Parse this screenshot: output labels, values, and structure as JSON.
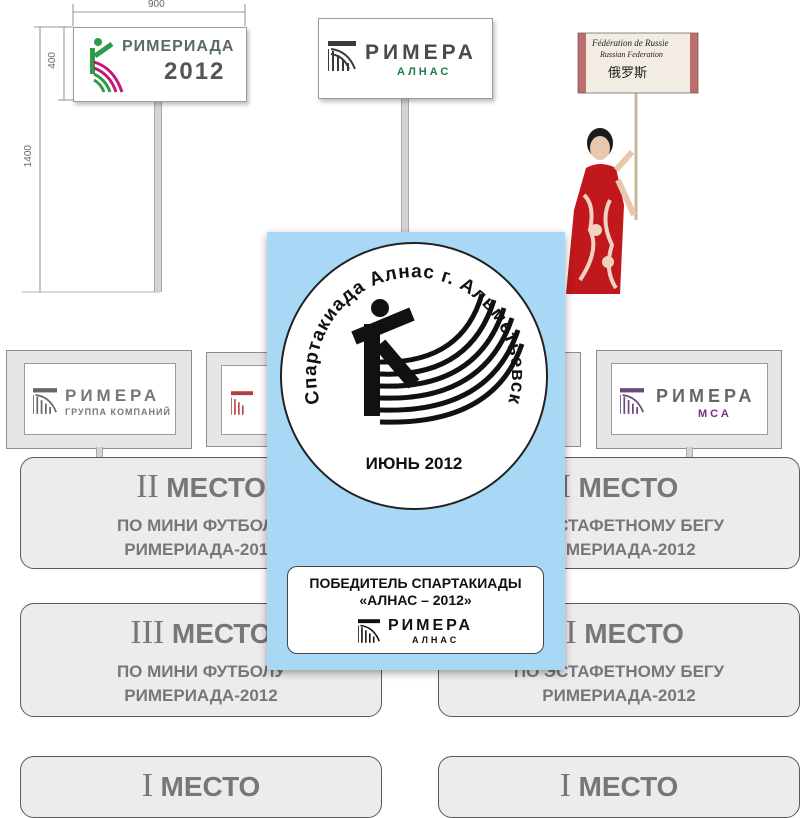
{
  "dimensions": {
    "width": "900",
    "height_sign": "400",
    "height_total": "1400"
  },
  "sign_rimeriada": {
    "title": "РИМЕРИАДА",
    "year": "2012"
  },
  "sign_rimera_alnas": {
    "word": "РИМЕРА",
    "sub": "АЛНАС"
  },
  "flag_sign": {
    "line1": "Fédération de Russie",
    "line2": "Russian Federation",
    "line3": "俄罗斯"
  },
  "sign_group": {
    "word": "РИМЕРА",
    "sub": "ГРУППА КОМПАНИЙ"
  },
  "sign_mca": {
    "word": "РИМЕРА",
    "sub": "МСА"
  },
  "plaques": [
    {
      "place_num": "II",
      "place_word": "МЕСТО",
      "line2": "ПО МИНИ ФУТБОЛУ",
      "line3": "РИМЕРИАДА-2012"
    },
    {
      "place_num": "I",
      "place_word": "МЕСТО",
      "line2": "ПО ЭСТАФЕТНОМУ БЕГУ",
      "line3": "РИМЕРИАДА-2012"
    },
    {
      "place_num": "III",
      "place_word": "МЕСТО",
      "line2": "ПО МИНИ ФУТБОЛУ",
      "line3": "РИМЕРИАДА-2012"
    },
    {
      "place_num": "II",
      "place_word": "МЕСТО",
      "line2": "ПО ЭСТАФЕТНОМУ БЕГУ",
      "line3": "РИМЕРИАДА-2012"
    },
    {
      "place_num": "I",
      "place_word": "МЕСТО"
    },
    {
      "place_num": "I",
      "place_word": "МЕСТО"
    }
  ],
  "award": {
    "arc_text": "Спартакиада Алнас г. Альметьевск",
    "date": "ИЮНЬ 2012",
    "winner_line1": "ПОБЕДИТЕЛЬ СПАРТАКИАДЫ",
    "winner_line2": "«АЛНАС – 2012»",
    "logo_word": "РИМЕРА",
    "logo_sub": "АЛНАС"
  },
  "colors": {
    "award_bg": "#a8d8f5",
    "alnas_green": "#1f7a4a",
    "mca_purple": "#7a2a8a",
    "rimeriada_green": "#2e9a4a",
    "rimeriada_magenta": "#c2187a"
  }
}
